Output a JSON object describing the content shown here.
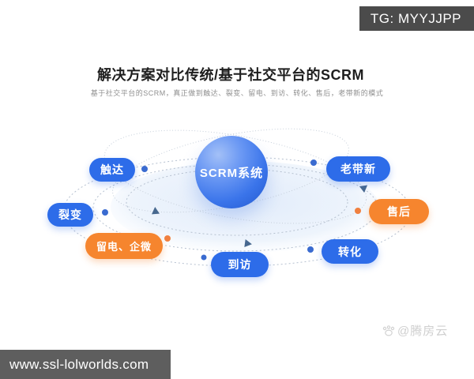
{
  "overlay": {
    "tg_badge": "TG: MYYJJPP",
    "site_badge": "www.ssl-lolworlds.com",
    "watermark": "@腾房云"
  },
  "header": {
    "title": "解决方案对比传统/基于社交平台的SCRM",
    "subtitle": "基于社交平台的SCRM，真正做到触达、裂变、留电、到访、转化、售后，老带新的模式"
  },
  "diagram": {
    "center": {
      "label": "SCRM系统"
    },
    "nodes": [
      {
        "label": "触达",
        "color": "blue"
      },
      {
        "label": "老带新",
        "color": "blue"
      },
      {
        "label": "裂变",
        "color": "blue"
      },
      {
        "label": "售后",
        "color": "orange"
      },
      {
        "label": "留电、企微",
        "color": "orange"
      },
      {
        "label": "到访",
        "color": "blue"
      },
      {
        "label": "转化",
        "color": "blue"
      }
    ]
  },
  "colors": {
    "node_blue": "#2d6ce9",
    "node_orange": "#f6852e",
    "sphere_blue": "#2f6ae3",
    "tg_badge_bg": "#4b4b4b",
    "site_badge_bg": "#5e5e5e",
    "watermark_gray": "#cfcfcf"
  }
}
